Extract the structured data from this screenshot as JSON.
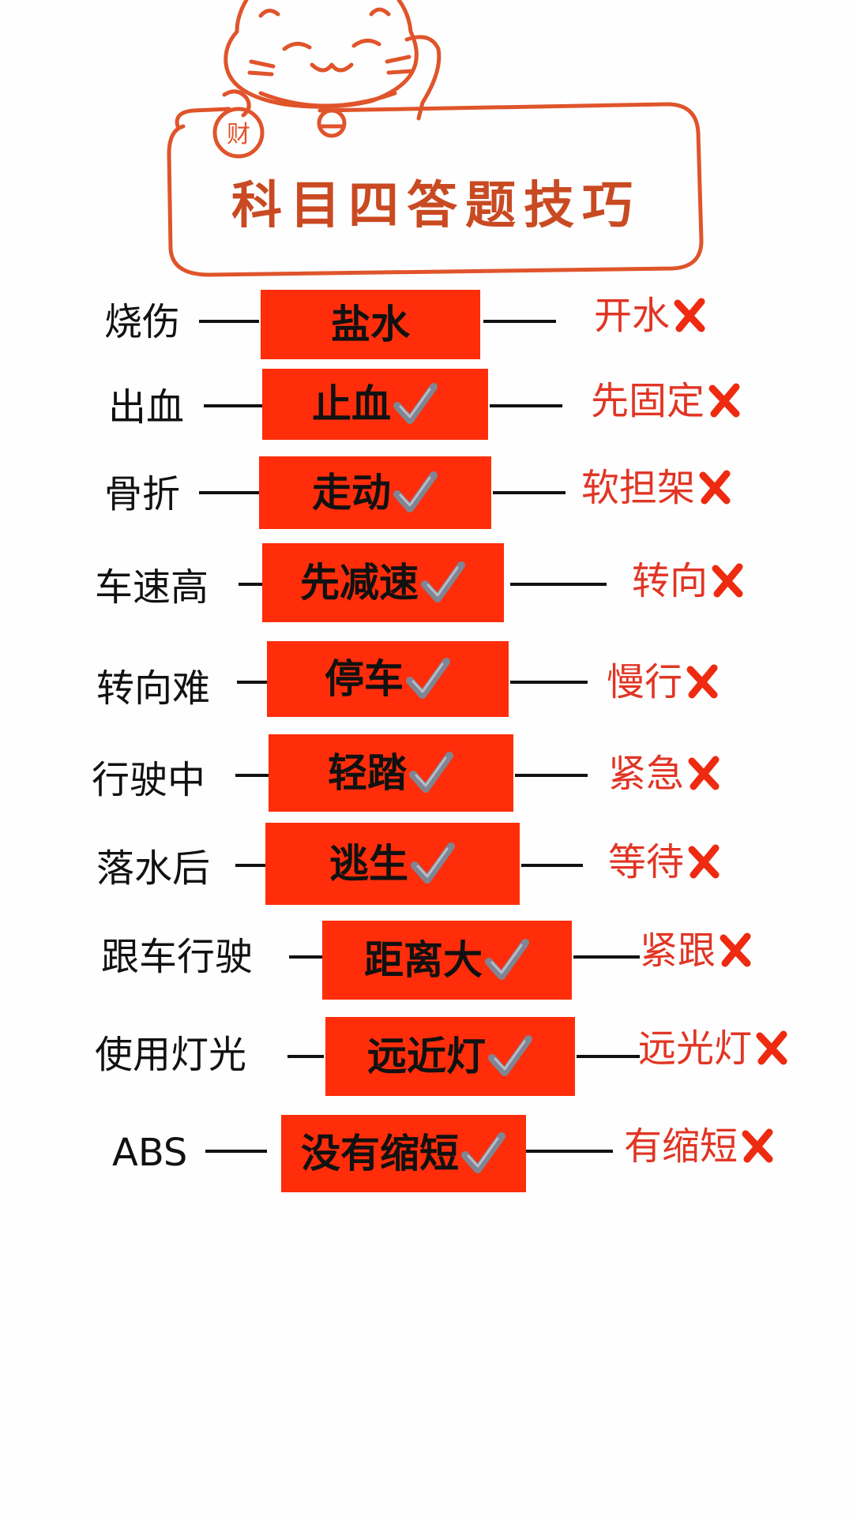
{
  "header": {
    "title": "科目四答题技巧",
    "coin_char": "财"
  },
  "colors": {
    "answer_box": "#ff2d0a",
    "wrong_text": "#e13524",
    "outline": "#e0542b",
    "check": "#7f8593",
    "cross": "#ee2a10"
  },
  "rows": [
    {
      "question": "烧伤",
      "answer": "盐水",
      "answer_check": false,
      "wrong": "开水"
    },
    {
      "question": "出血",
      "answer": "止血",
      "answer_check": true,
      "wrong": "先固定"
    },
    {
      "question": "骨折",
      "answer": "走动",
      "answer_check": true,
      "wrong": "软担架"
    },
    {
      "question": "车速高",
      "answer": "先减速",
      "answer_check": true,
      "wrong": "转向"
    },
    {
      "question": "转向难",
      "answer": "停车",
      "answer_check": true,
      "wrong": "慢行"
    },
    {
      "question": "行驶中",
      "answer": "轻踏",
      "answer_check": true,
      "wrong": "紧急"
    },
    {
      "question": "落水后",
      "answer": "逃生",
      "answer_check": true,
      "wrong": "等待"
    },
    {
      "question": "跟车行驶",
      "answer": "距离大",
      "answer_check": true,
      "wrong": "紧跟"
    },
    {
      "question": "使用灯光",
      "answer": "远近灯",
      "answer_check": true,
      "wrong": "远光灯"
    },
    {
      "question": "ABS",
      "answer": "没有缩短",
      "answer_check": true,
      "wrong": "有缩短"
    }
  ]
}
